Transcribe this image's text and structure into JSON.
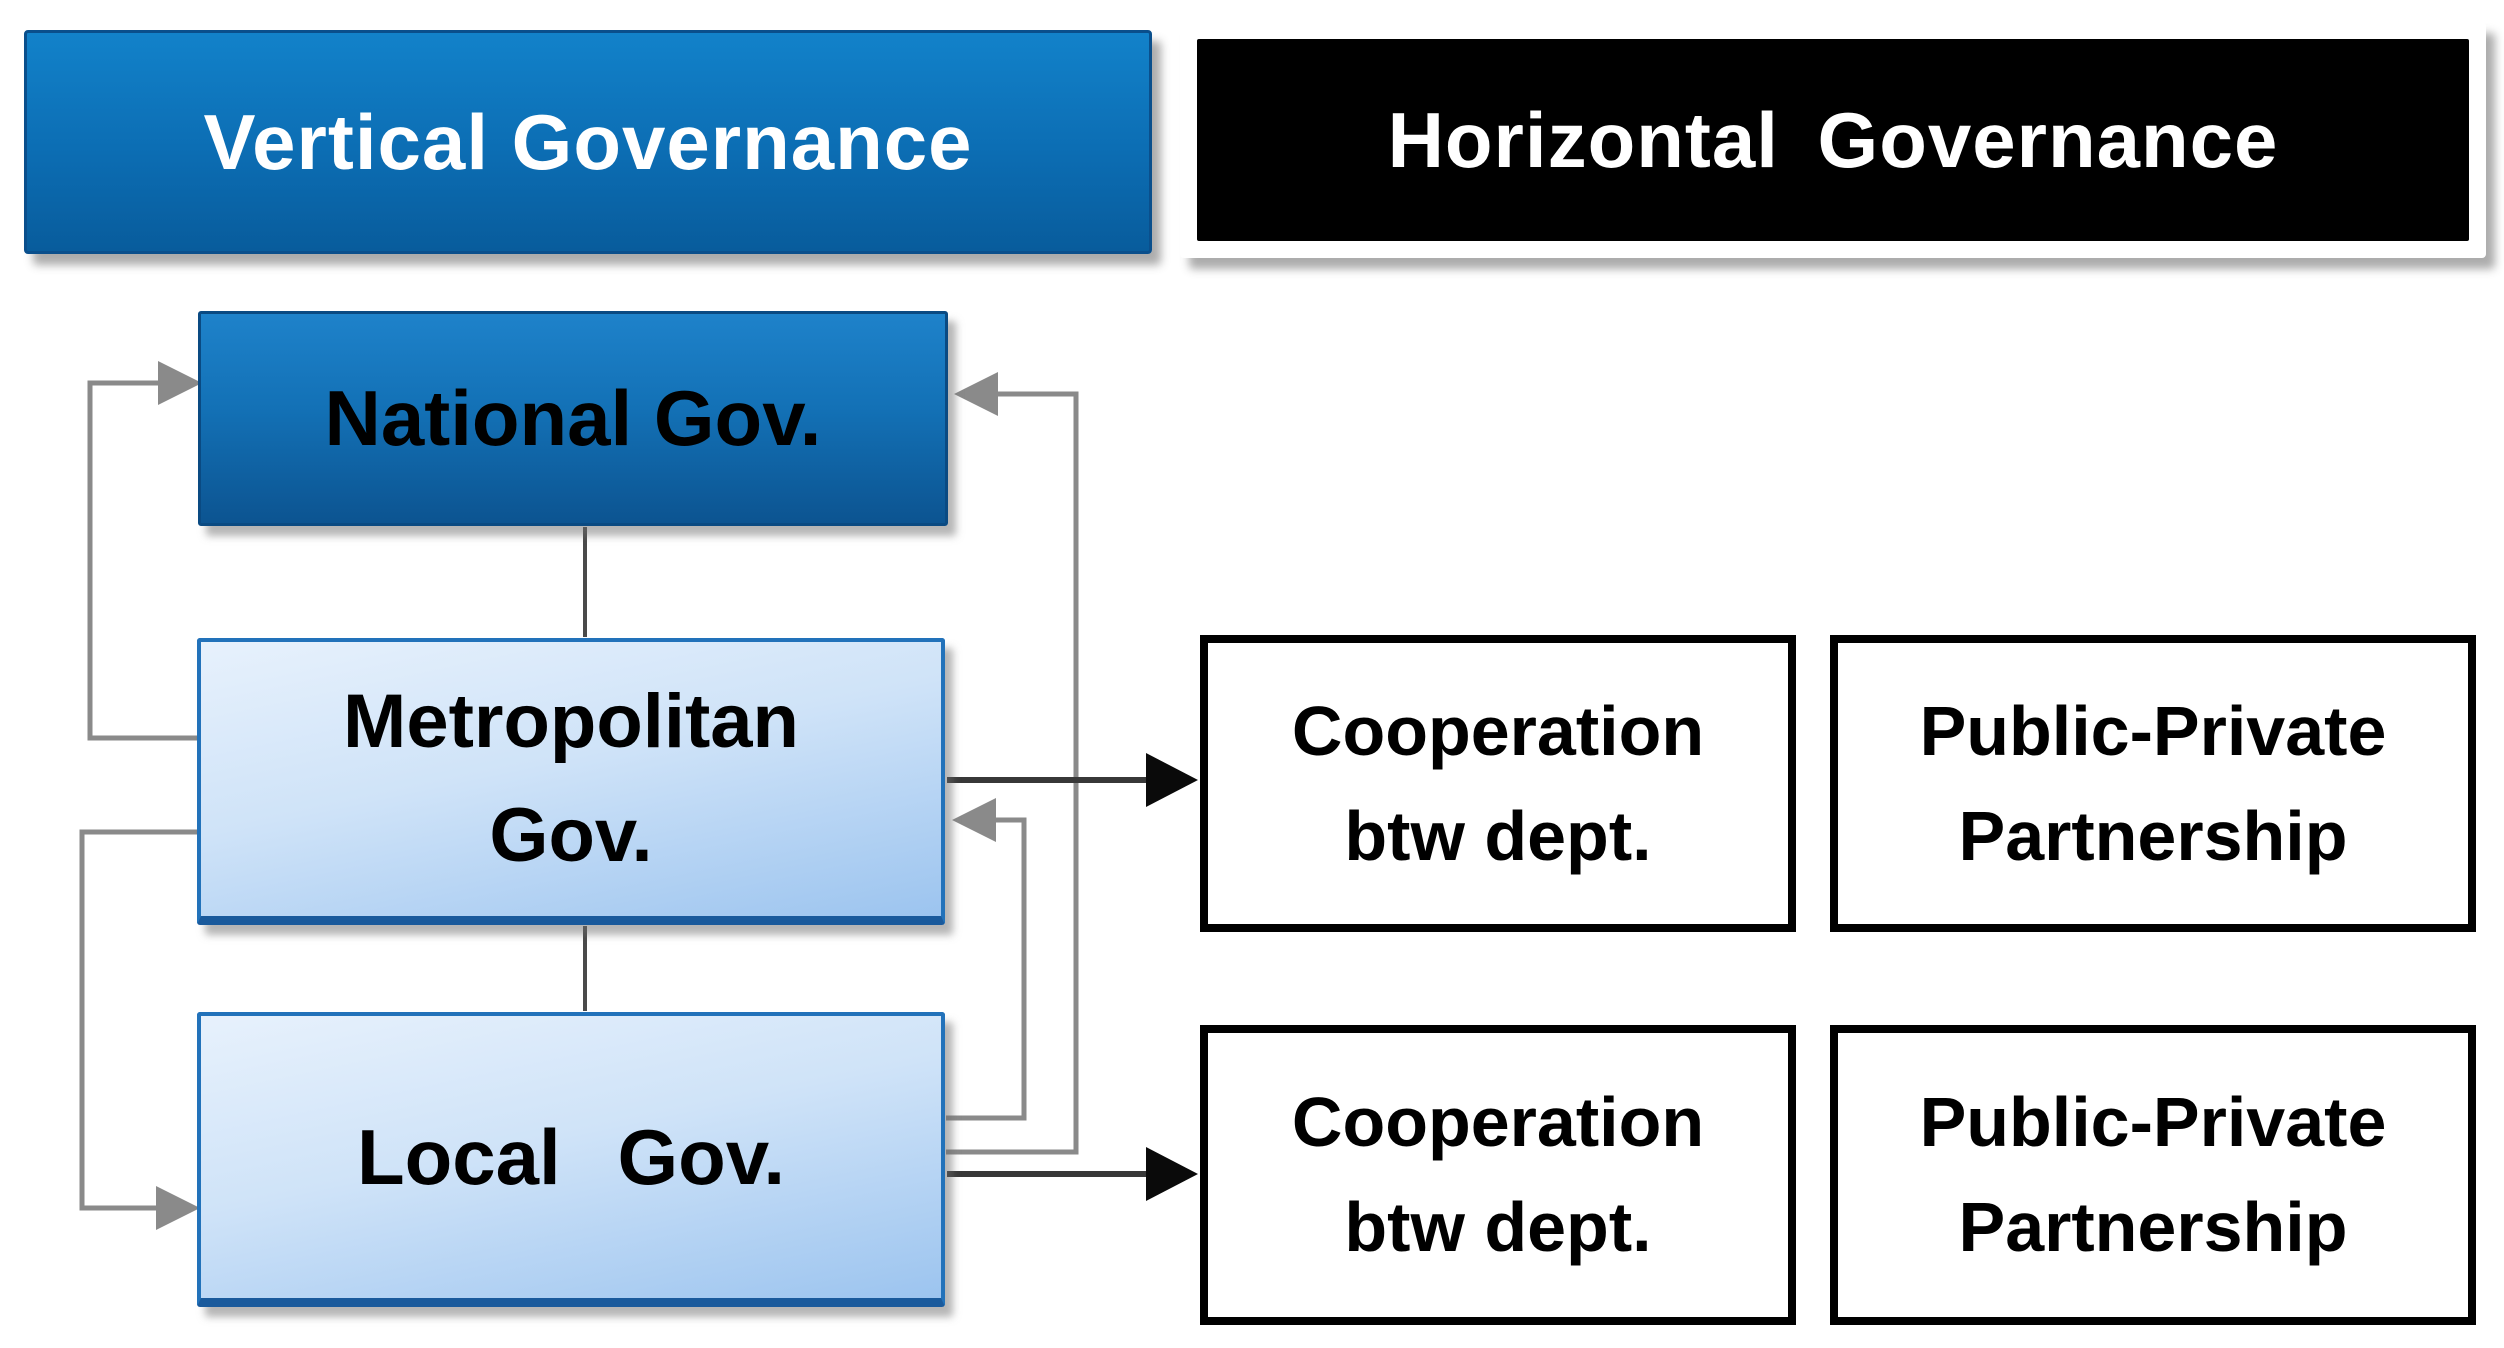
{
  "headers": {
    "vertical": "Vertical Governance",
    "horizontal": "Horizontal Governance"
  },
  "levels": [
    {
      "id": "national",
      "label": "National Gov."
    },
    {
      "id": "metropolitan",
      "line1": "Metropolitan",
      "line2": "Gov."
    },
    {
      "id": "local",
      "label": "Local Gov."
    }
  ],
  "matrix": {
    "rows": [
      {
        "row_for": "Metropolitan Gov.",
        "boxes": [
          {
            "line1": "Cooperation",
            "line2": "btw dept."
          },
          {
            "line1": "Public-Private",
            "line2": "Partnership"
          }
        ]
      },
      {
        "row_for": "Local Gov.",
        "boxes": [
          {
            "line1": "Cooperation",
            "line2": "btw dept."
          },
          {
            "line1": "Public-Private",
            "line2": "Partnership"
          }
        ]
      }
    ]
  },
  "connections": [
    {
      "from": "National Gov.",
      "to": "Metropolitan Gov.",
      "type": "plain-line",
      "color": "dark-gray"
    },
    {
      "from": "Metropolitan Gov.",
      "to": "Local Gov.",
      "type": "plain-line",
      "color": "dark-gray"
    },
    {
      "from": "Metropolitan Gov.",
      "to": "National Gov.",
      "type": "arrow",
      "color": "gray",
      "side": "left"
    },
    {
      "from": "Metropolitan Gov.",
      "to": "Local Gov.",
      "type": "arrow",
      "color": "gray",
      "side": "left"
    },
    {
      "from": "Local Gov.",
      "to": "Metropolitan Gov.",
      "type": "arrow",
      "color": "gray",
      "side": "right"
    },
    {
      "from": "Local Gov.",
      "to": "National Gov.",
      "type": "arrow",
      "color": "gray",
      "side": "right"
    },
    {
      "from": "Metropolitan Gov.",
      "to": "Cooperation btw dept. (top)",
      "type": "arrow",
      "color": "black"
    },
    {
      "from": "Local Gov.",
      "to": "Cooperation btw dept. (bottom)",
      "type": "arrow",
      "color": "black"
    }
  ],
  "colors": {
    "vertical_header_top": "#1282ca",
    "vertical_header_bottom": "#085c9c",
    "vertical_header_border": "#0a4f8c",
    "horizontal_header_bg": "#000000",
    "horizontal_header_frame": "#ffffff",
    "national_box_top": "#1e82ca",
    "national_box_bottom": "#0c5491",
    "light_box_top": "#e7f1fc",
    "light_box_bottom": "#9cc4ef",
    "light_box_border": "#2272ba",
    "white_box_border": "#000000",
    "gray_line": "#8a8a8a",
    "black_line": "#383838",
    "header_text": "#ffffff",
    "box_text": "#000000"
  }
}
